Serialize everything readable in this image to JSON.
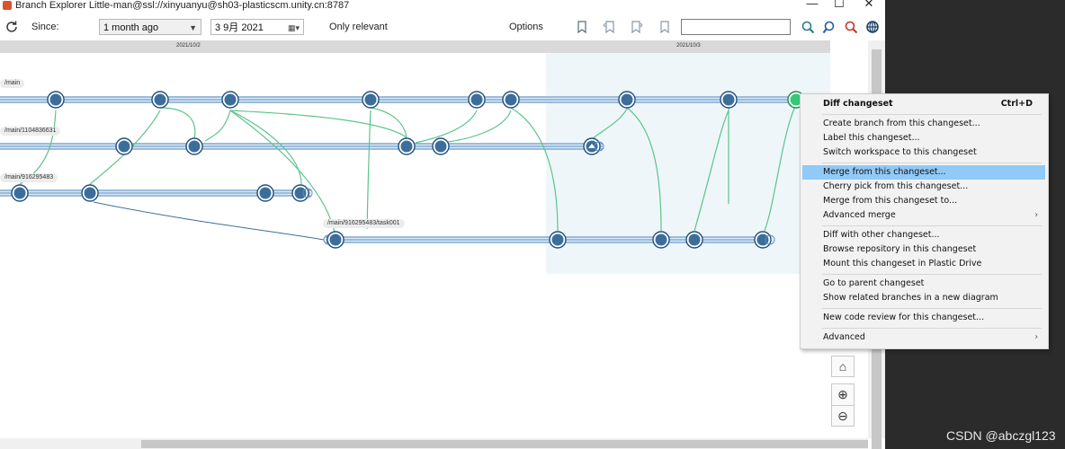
{
  "window": {
    "title": "Branch Explorer Little-man@ssl://xinyuanyu@sh03-plasticscm.unity.cn:8787",
    "minimize": "—",
    "maximize": "☐",
    "close": "✕"
  },
  "toolbar": {
    "since_label": "Since:",
    "since_value": "1 month ago",
    "date_value": "3 9月 2021",
    "only_relevant": "Only relevant",
    "options": "Options",
    "search_value": ""
  },
  "timeline": {
    "dates": [
      "2021/10/2",
      "2021/10/3"
    ]
  },
  "branches": [
    {
      "name": "/main",
      "color": "#3c6e9c"
    },
    {
      "name": "/main/1104836631",
      "color": "#3c6e9c"
    },
    {
      "name": "/main/916295483",
      "color": "#3c6e9c"
    },
    {
      "name": "/main/916295483/task001",
      "color": "#3c6e9c"
    }
  ],
  "zoom_panel": {
    "home": "⌂",
    "zoom_in": "⊕",
    "zoom_out": "⊖"
  },
  "context_menu": {
    "items": [
      {
        "label": "Diff changeset",
        "shortcut": "Ctrl+D",
        "bold": true
      },
      {
        "label": "Create branch from this changeset..."
      },
      {
        "label": "Label this changeset..."
      },
      {
        "label": "Switch workspace to this changeset"
      },
      {
        "label": "Merge from this changeset...",
        "highlighted": true
      },
      {
        "label": "Cherry pick from this changeset..."
      },
      {
        "label": "Merge from this changeset to..."
      },
      {
        "label": "Advanced merge",
        "submenu": "›"
      },
      {
        "label": "Diff with other changeset..."
      },
      {
        "label": "Browse repository in this changeset"
      },
      {
        "label": "Mount this changeset in Plastic Drive"
      },
      {
        "label": "Go to parent changeset"
      },
      {
        "label": "Show related branches in a new diagram"
      },
      {
        "label": "New code review for this changeset..."
      },
      {
        "label": "Advanced",
        "submenu": "›"
      }
    ]
  },
  "colors": {
    "changeset": "#3c6e9c",
    "head_changeset": "#37c77a",
    "merge_link": "#5cc48b",
    "selection_area": "#eef6f9",
    "menu_highlight": "#91c9f7"
  },
  "watermark": "CSDN @abczgl123"
}
